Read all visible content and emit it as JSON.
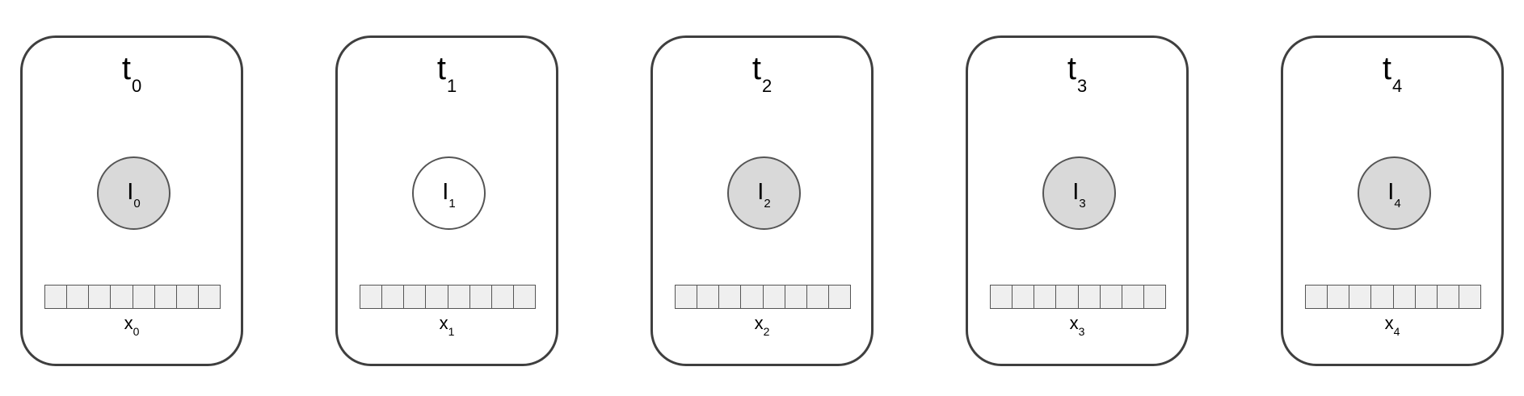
{
  "panels": [
    {
      "title": "t",
      "title_sub": "0",
      "node": "I",
      "node_sub": "0",
      "node_fill": "#d9d9d9",
      "vector": "x",
      "vector_sub": "0"
    },
    {
      "title": "t",
      "title_sub": "1",
      "node": "I",
      "node_sub": "1",
      "node_fill": "#ffffff",
      "vector": "x",
      "vector_sub": "1"
    },
    {
      "title": "t",
      "title_sub": "2",
      "node": "I",
      "node_sub": "2",
      "node_fill": "#d9d9d9",
      "vector": "x",
      "vector_sub": "2"
    },
    {
      "title": "t",
      "title_sub": "3",
      "node": "I",
      "node_sub": "3",
      "node_fill": "#d9d9d9",
      "vector": "x",
      "vector_sub": "3"
    },
    {
      "title": "t",
      "title_sub": "4",
      "node": "I",
      "node_sub": "4",
      "node_fill": "#d9d9d9",
      "vector": "x",
      "vector_sub": "4"
    }
  ],
  "colors": {
    "panel_border": "#3f3f3f",
    "node_filled": "#d9d9d9",
    "node_empty": "#ffffff",
    "vector_fill": "#efefef"
  }
}
